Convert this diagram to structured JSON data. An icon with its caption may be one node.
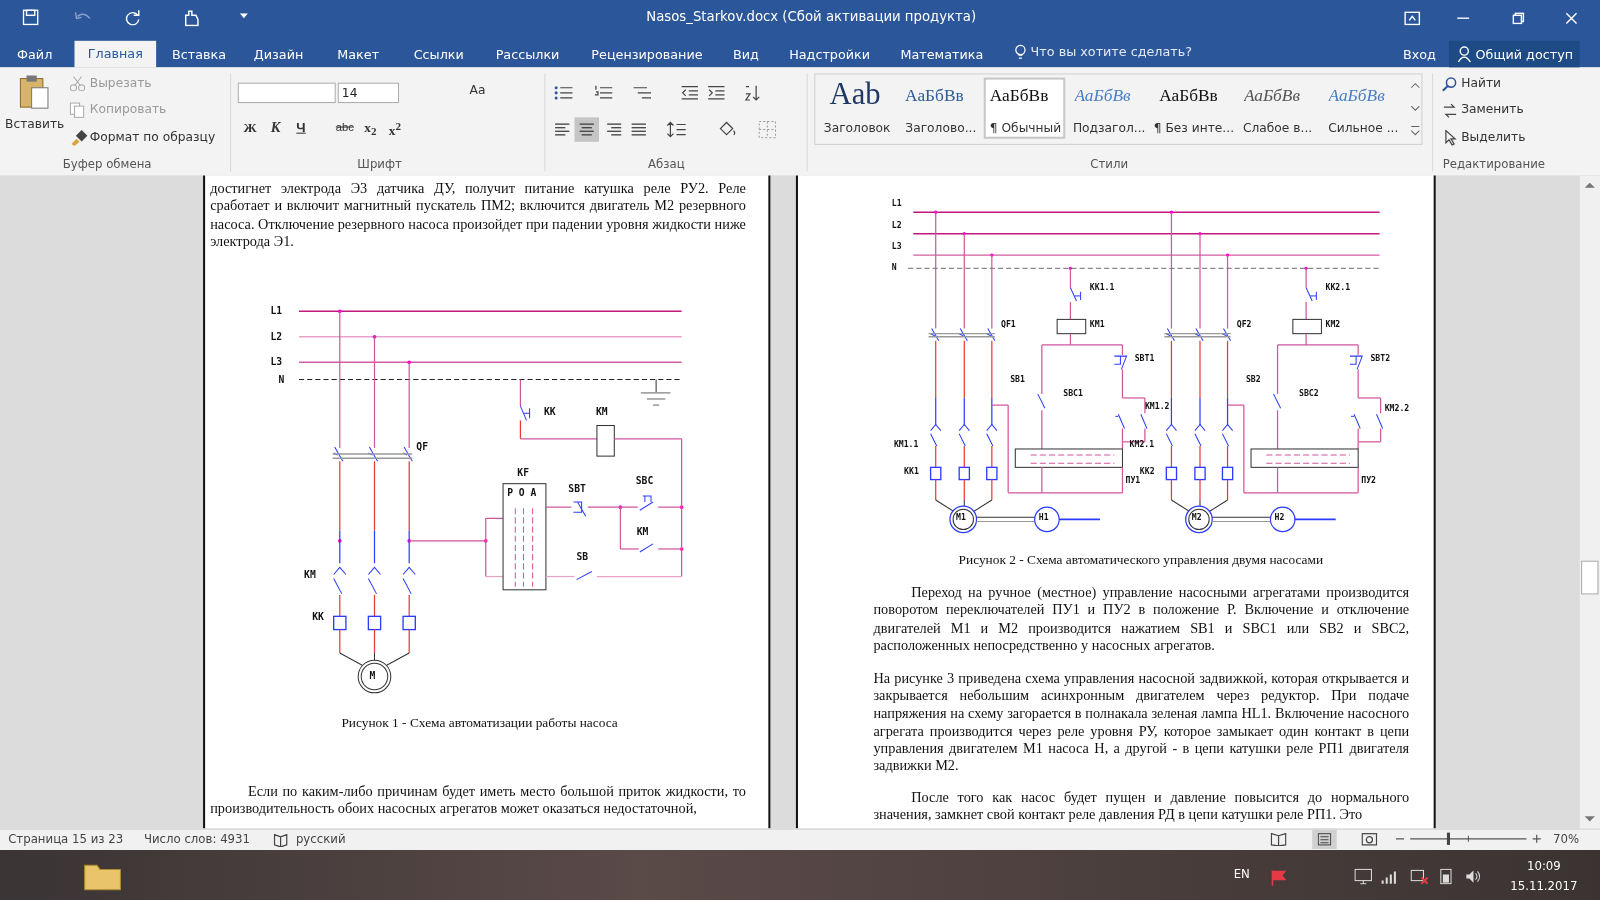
{
  "diagram": {
    "labels": [
      "Nasos_Starkov.docx (Сбой активации продукта)",
      "Файл",
      "Главная",
      "Вставка",
      "Дизайн",
      "Макет",
      "Ссылки",
      "Рассылки",
      "Рецензирование",
      "Вид",
      "Надстройки",
      "Математика",
      "Что вы хотите сделать?",
      "Вход",
      "Общий доступ",
      "Вставить",
      "Вырезать",
      "Копировать",
      "Формат по образцу",
      "Буфер обмена",
      "14",
      "Ж",
      "К",
      "Ч",
      "abc",
      "x$_{2}$",
      "x$^{2}$",
      "Aa",
      "Шрифт",
      "Абзац",
      "Aab",
      "АаБбВв",
      "АаБбВв",
      "АаБбВв",
      "АаБбВв",
      "АаБбВв",
      "АаБбВв",
      "Заголовок",
      "Заголово...",
      "¶ Обычный",
      "Подзагол...",
      "¶ Без инте...",
      "Слабое в...",
      "Сильное ...",
      "Стили",
      "Найти",
      "Заменить",
      "Выделить",
      "Редактирование",
      "достигнет электрода Э3 датчика ДУ, получит питание катушка реле РУ2. Реле сработает и включит магнитный пускатель ПМ2; включится двигатель М2 резервного насоса. Отключение резервного насоса произойдет при падении уровня жидкости ниже электрода Э1.",
      "L1",
      "L2",
      "L3",
      "N",
      "KK",
      "KM",
      "QF",
      "KF",
      "P O A",
      "SBT",
      "SBC",
      "KM",
      "SB",
      "KM",
      "KK",
      "M",
      "Рисунок 1 - Схема автоматизации работы насоса",
      "Если по каким-либо причинам будет иметь место большой приток жидкости, то производительность обоих насосных агрегатов может оказаться недостаточной,",
      "L1",
      "L2",
      "L3",
      "N",
      "KK1.1",
      "QF1",
      "KM1",
      "SBT1",
      "SB1",
      "SBC1",
      "KM1.2",
      "KM1.1",
      "KK1",
      "ПУ1",
      "M1",
      "H1",
      "KK2.1",
      "QF2",
      "KM2",
      "SBT2",
      "SB2",
      "SBC2",
      "KM2.2",
      "KM2.1",
      "KK2",
      "ПУ2",
      "M2",
      "H2",
      "Рисунок 2 - Схема автоматического управления двумя насосами",
      "Переход на ручное (местное) управление насосными агрегатами производится поворотом переключателей ПУ1 и ПУ2 в положение Р. Включение и отключение двигателей М1 и М2 производится нажатием SB1 и SBC1 или SB2 и SBC2, расположенных непосредственно у насосных агрегатов.",
      "На рисунке 3 приведена схема управления насосной задвижкой, которая открывается и закрывается небольшим асинхронным двигателем через редуктор. При подаче напряжения на схему загорается в полнакала зеленая лампа HL1. Включение насосного агрегата производится через реле уровня РУ, которое замыкает один контакт в цепи управления двигателем М1 насоса Н, а другой - в цепи катушки реле РП1 двигателя задвижки М2.",
      "После того как насос будет пущен и давление повысится до нормального значения, замкнет свой контакт реле давления РД в цепи катушки реле РП1. Это",
      "Страница 15 из 23",
      "Число слов: 4931",
      "русский",
      "70%",
      "EN",
      "10:09",
      "15.11.2017"
    ]
  }
}
